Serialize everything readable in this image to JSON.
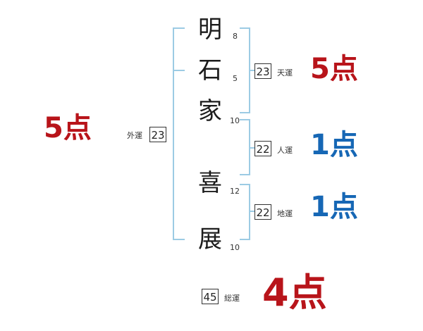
{
  "colors": {
    "bracket": "#9ccbe4",
    "score_red": "#b8141a",
    "score_blue": "#1667b5"
  },
  "surname": [
    {
      "char": "明",
      "strokes": "8"
    },
    {
      "char": "石",
      "strokes": "5"
    },
    {
      "char": "家",
      "strokes": "10"
    }
  ],
  "given_name": [
    {
      "char": "喜",
      "strokes": "12"
    },
    {
      "char": "展",
      "strokes": "10"
    }
  ],
  "fortunes": {
    "tenun": {
      "value": "23",
      "label": "天運",
      "score": "5点",
      "color": "red"
    },
    "jinun": {
      "value": "22",
      "label": "人運",
      "score": "1点",
      "color": "blue"
    },
    "chiun": {
      "value": "22",
      "label": "地運",
      "score": "1点",
      "color": "blue"
    },
    "gaiun": {
      "value": "23",
      "label": "外運",
      "score": "5点",
      "color": "red"
    },
    "souun": {
      "value": "45",
      "label": "総運",
      "score": "4点",
      "color": "red"
    }
  }
}
